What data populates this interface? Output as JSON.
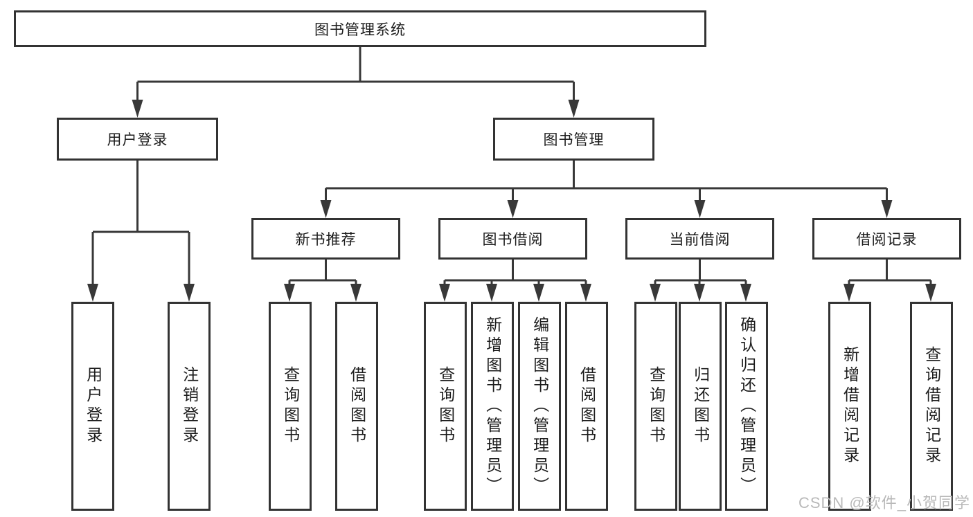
{
  "diagram": {
    "root": "图书管理系统",
    "level2": {
      "user_login": "用户登录",
      "book_mgmt": "图书管理"
    },
    "level3": {
      "new_book_rec": "新书推荐",
      "book_borrow": "图书借阅",
      "current_borrow": "当前借阅",
      "borrow_records": "借阅记录"
    },
    "leaves": {
      "user_login": "用户登录",
      "logout": "注销登录",
      "query_book_1": "查询图书",
      "borrow_book_1": "借阅图书",
      "query_book_2": "查询图书",
      "add_book": "新增图书（管理员）",
      "edit_book": "编辑图书（管理员）",
      "borrow_book_2": "借阅图书",
      "query_book_3": "查询图书",
      "return_book": "归还图书",
      "confirm_return": "确认归还（管理员）",
      "add_borrow_record": "新增借阅记录",
      "query_borrow_record": "查询借阅记录"
    },
    "hierarchy": {
      "图书管理系统": {
        "用户登录": [
          "用户登录",
          "注销登录"
        ],
        "图书管理": {
          "新书推荐": [
            "查询图书",
            "借阅图书"
          ],
          "图书借阅": [
            "查询图书",
            "新增图书（管理员）",
            "编辑图书（管理员）",
            "借阅图书"
          ],
          "当前借阅": [
            "查询图书",
            "归还图书",
            "确认归还（管理员）"
          ],
          "借阅记录": [
            "新增借阅记录",
            "查询借阅记录"
          ]
        }
      }
    },
    "watermark": "CSDN @软件_小贺同学",
    "colors": {
      "line": "#383838",
      "box_border": "#333333",
      "text": "#1c1c1c",
      "watermark": "#b9b9b9",
      "background": "#ffffff"
    }
  }
}
